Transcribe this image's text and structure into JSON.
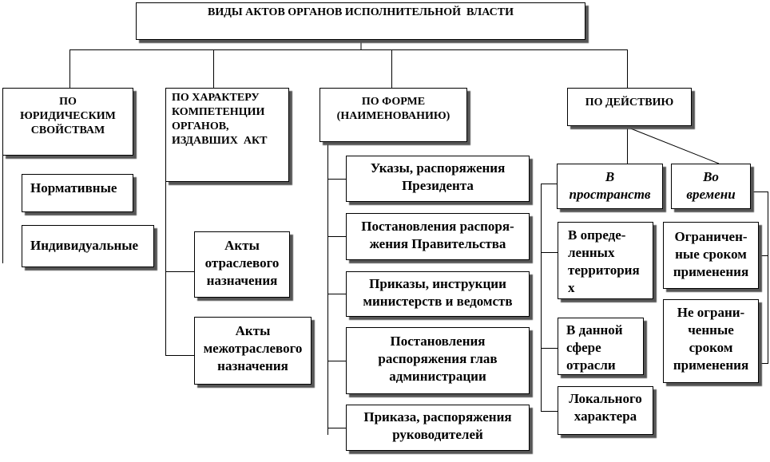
{
  "title": "ВИДЫ АКТОВ ОРГАНОВ ИСПОЛНИТЕЛЬНОЙ  ВЛАСТИ",
  "categories": [
    {
      "lines": [
        "ПО",
        "ЮРИДИЧЕСКИМ",
        "СВОЙСТВАМ"
      ],
      "children": [
        {
          "lines": [
            "Нормативные"
          ]
        },
        {
          "lines": [
            "Индивидуальные"
          ]
        }
      ]
    },
    {
      "lines": [
        "ПО ХАРАКТЕРУ",
        "КОМПЕТЕНЦИИ",
        "ОРГАНОВ,",
        "ИЗДАВШИХ  АКТ"
      ],
      "children": [
        {
          "lines": [
            "Акты",
            "отраслевого",
            "назначения"
          ]
        },
        {
          "lines": [
            "Акты",
            "межотраслевого",
            "назначения"
          ]
        }
      ]
    },
    {
      "lines": [
        "ПО ФОРМЕ",
        "(НАИМЕНОВАНИЮ)"
      ],
      "children": [
        {
          "lines": [
            "Указы, распоряжения",
            "Президента"
          ]
        },
        {
          "lines": [
            "Постановления распоря-",
            "жения Правительства"
          ]
        },
        {
          "lines": [
            "Приказы, инструкции",
            "министерств и ведомств"
          ]
        },
        {
          "lines": [
            "Постановления",
            "распоряжения глав",
            "администрации"
          ]
        },
        {
          "lines": [
            "Приказа, распоряжения",
            "руководителей"
          ]
        }
      ]
    },
    {
      "lines": [
        "ПО ДЕЙСТВИЮ"
      ],
      "children": [
        {
          "lines": [
            "В",
            "пространств"
          ],
          "children": [
            {
              "lines": [
                "В опреде-",
                "ленных",
                "территория",
                "х"
              ]
            },
            {
              "lines": [
                "В данной",
                "сфере",
                "отрасли"
              ]
            },
            {
              "lines": [
                "Локального",
                "характера"
              ]
            }
          ]
        },
        {
          "lines": [
            "Во",
            "времени"
          ],
          "children": [
            {
              "lines": [
                "Ограничен-",
                "ные сроком",
                "применения"
              ]
            },
            {
              "lines": [
                "Не ограни-",
                "ченные",
                "сроком",
                "применения"
              ]
            }
          ]
        }
      ]
    }
  ]
}
